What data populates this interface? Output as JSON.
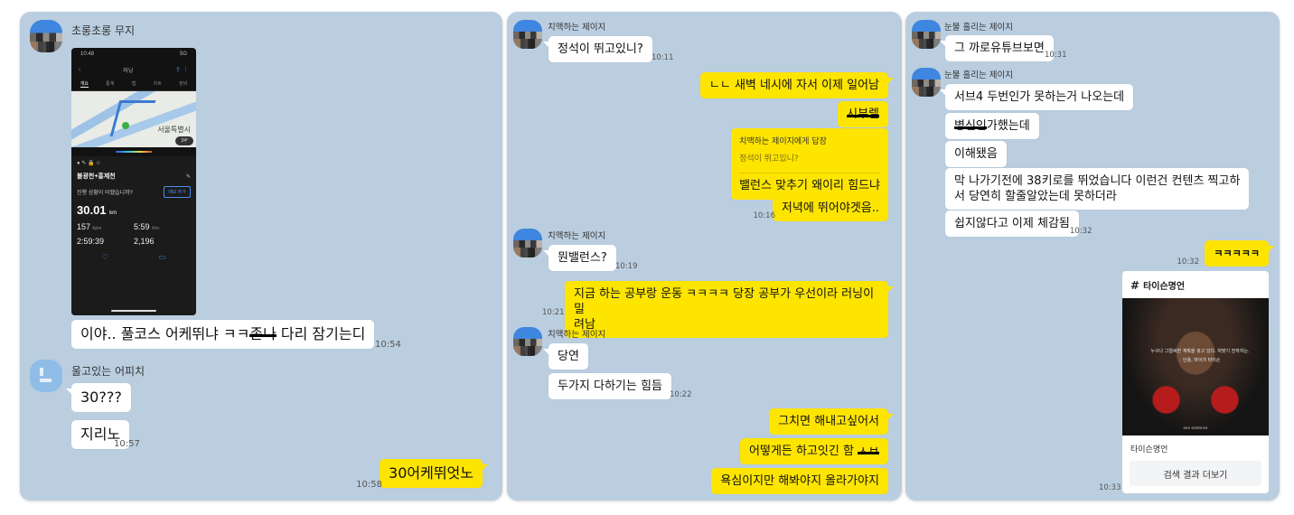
{
  "panel1": {
    "sender1": {
      "name": "초롱초롱 무지",
      "avatar": "pixelated-avatar"
    },
    "phone_screenshot": {
      "status_time": "10:48",
      "status_right": "5G",
      "nav_title": "러닝",
      "tabs": [
        "개요",
        "통계",
        "랩",
        "차트",
        "장비"
      ],
      "city_label": "서울특별시",
      "weather": "24°",
      "activity_title": "불광천+홍제천",
      "prompt": "진행 상황이 어땠습니까?",
      "prompt_button": "메모 추가",
      "distance": "30.01",
      "distance_unit": "km",
      "heart_rate": "157",
      "heart_rate_unit": "bpm",
      "pace": "5:59",
      "pace_unit": "/km",
      "duration": "2:59:39",
      "steps": "2,196"
    },
    "messages": [
      {
        "text_before": "이야.. 풀코스 어케뛰냐 ㅋㅋ",
        "text_censored": "존나",
        "text_after": " 다리 잠기는디",
        "time": "10:54"
      }
    ],
    "sender2": {
      "name": "울고있는 어피치",
      "avatar": "default-avatar"
    },
    "messages2": [
      {
        "text": "30???"
      },
      {
        "text": "지리노",
        "time": "10:57"
      }
    ],
    "my_messages": [
      {
        "text": "30어케뛰엇노",
        "time": "10:58"
      }
    ]
  },
  "panel2": {
    "sender": {
      "name": "치맥하는 제이지"
    },
    "group1": [
      {
        "text": "정석이 뛰고있니?",
        "time": "10:11"
      }
    ],
    "mine1": [
      {
        "text": "ㄴㄴ 새벽 네시에 자서 이제 일어남"
      },
      {
        "text": "시부렐",
        "censored": true
      },
      {
        "reply_to": "치맥하는 제이지에게 답장",
        "reply_quote": "정석이 뛰고있니?",
        "text": "밸런스 맞추기 왜이리 힘드냐"
      },
      {
        "text": "저녁에 뛰어야겟음..",
        "time": "10:16"
      }
    ],
    "group2": [
      {
        "text": "뭔밸런스?",
        "time": "10:19"
      }
    ],
    "mine2": [
      {
        "text": "지금 하는 공부랑 운동 ㅋㅋㅋㅋ 당장 공부가 우선이라 러닝이 밀",
        "text_line2": "려남",
        "time": "10:21"
      }
    ],
    "group3": [
      {
        "text": "당연"
      },
      {
        "text": "두가지 다하기는 힘듬",
        "time": "10:22"
      }
    ],
    "mine3": [
      {
        "text": "그치면 해내고싶어서"
      },
      {
        "text_before": "어떻게든 하고잇긴 함 ",
        "text_censored": "ㅅㅂ"
      },
      {
        "text": "욕심이지만 해봐야지 올라가야지"
      }
    ]
  },
  "panel3": {
    "sender": {
      "name": "눈물 흘리는 제이지"
    },
    "group1": [
      {
        "text": "그 까로유튜브보면",
        "time": "10:31"
      }
    ],
    "group2": [
      {
        "text": "서브4 두번인가 못하는거 나오는데"
      },
      {
        "text_censored": "병신인",
        "text_after": "가했는데"
      },
      {
        "text": "이해됐음"
      },
      {
        "text": "막 나가기전에 38키로를 뛰었습니다 이런건 컨텐츠 찍고하",
        "text_line2": "서 당연히 할줄알았는데 못하더라"
      },
      {
        "text": "쉽지않다고 이제 체감됨",
        "time": "10:32"
      }
    ],
    "mine": [
      {
        "text": "ㅋㅋㅋㅋㅋ",
        "time": "10:32"
      }
    ],
    "search_card": {
      "hash": "#",
      "title": "타이슨명언",
      "quote": "누구나 그럴싸한 계획을 갖고 있다. 처맞기 전까지는.",
      "quote_author": "- 인용, 마이크 타이슨",
      "brand": "one sentence",
      "caption": "타이슨명언",
      "more_button": "검색 결과 더보기",
      "time": "10:33"
    }
  },
  "colors": {
    "chat_background": "#bacee0",
    "my_bubble": "#fee500",
    "their_bubble": "#ffffff"
  }
}
